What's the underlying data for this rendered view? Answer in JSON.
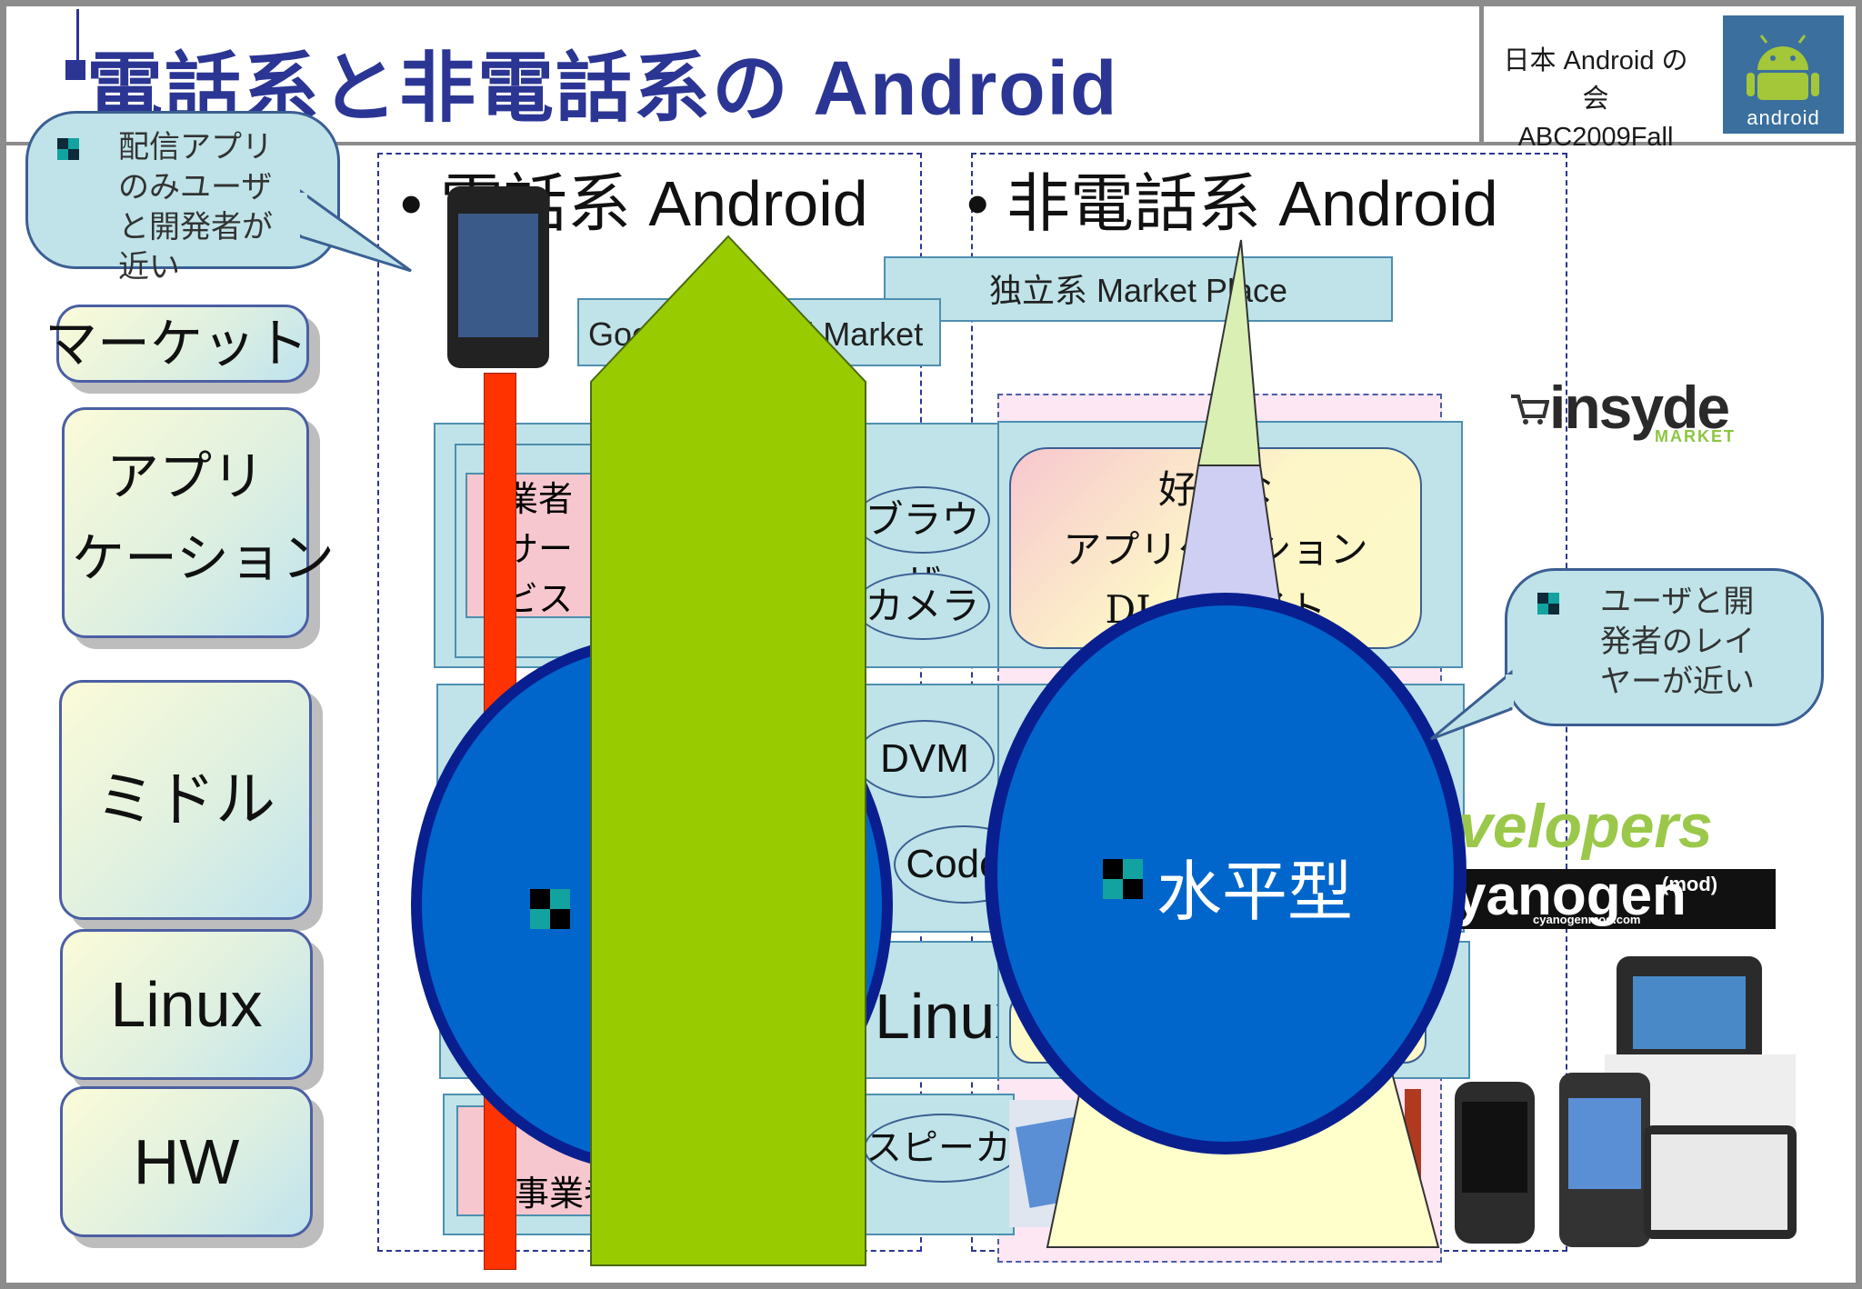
{
  "slide": {
    "title": "電話系と非電話系の Android",
    "org_line1": "日本 Android の会",
    "org_line2": "ABC2009Fall",
    "android_logo_text": "android"
  },
  "callouts": {
    "left": [
      "配信アプリ",
      "のみユーザ",
      "と開発者が",
      "近い"
    ],
    "right": [
      "ユーザと開",
      "発者のレイ",
      "ヤーが近い"
    ]
  },
  "layers": [
    {
      "lines": [
        "マーケット"
      ]
    },
    {
      "lines": [
        "アプリ",
        "ケーション"
      ]
    },
    {
      "lines": [
        "ミドル"
      ]
    },
    {
      "lines": [
        "Linux"
      ]
    },
    {
      "lines": [
        "HW"
      ]
    }
  ],
  "columns": {
    "phone_header": "• 電話系 Android",
    "nonphone_header": "• 非電話系 Android"
  },
  "phone_column": {
    "market_tag": "Google Android Market",
    "app_box_text": [
      "業者",
      "サービス"
    ],
    "browser_label": "ブラウザ",
    "camera_label": "カメラ",
    "dvm_label": "DVM",
    "codec_label": "Codec",
    "linux_label": "Linux",
    "speaker_label": "スピーカー",
    "hw_box_text": "事業者"
  },
  "nonphone_column": {
    "market_tag": "独立系 Market Place",
    "app_box_lines": [
      "好きな",
      "アプリケーション",
      "DL やサイト"
    ]
  },
  "overlay": {
    "horizontal_label": "水平型"
  },
  "logos": {
    "insyde": "insyde",
    "insyde_sub": "MARKET",
    "developers": "velopers",
    "cyanogen": "yanogen",
    "cyanogen_mod": "(mod)",
    "cyanogen_url": "cyanogenmod.com"
  },
  "colors": {
    "title": "#2b3593",
    "frame": "#8c8c8c",
    "panel": "#bfe3e8",
    "circle_fill": "#0066cc",
    "circle_border": "#0a1f8f",
    "green_arrow": "#99cc00",
    "red_bar": "#ff3300",
    "triangle_green": "#d9efb4",
    "triangle_lavender": "#cfcff4",
    "triangle_yellow": "#ffffcc"
  }
}
